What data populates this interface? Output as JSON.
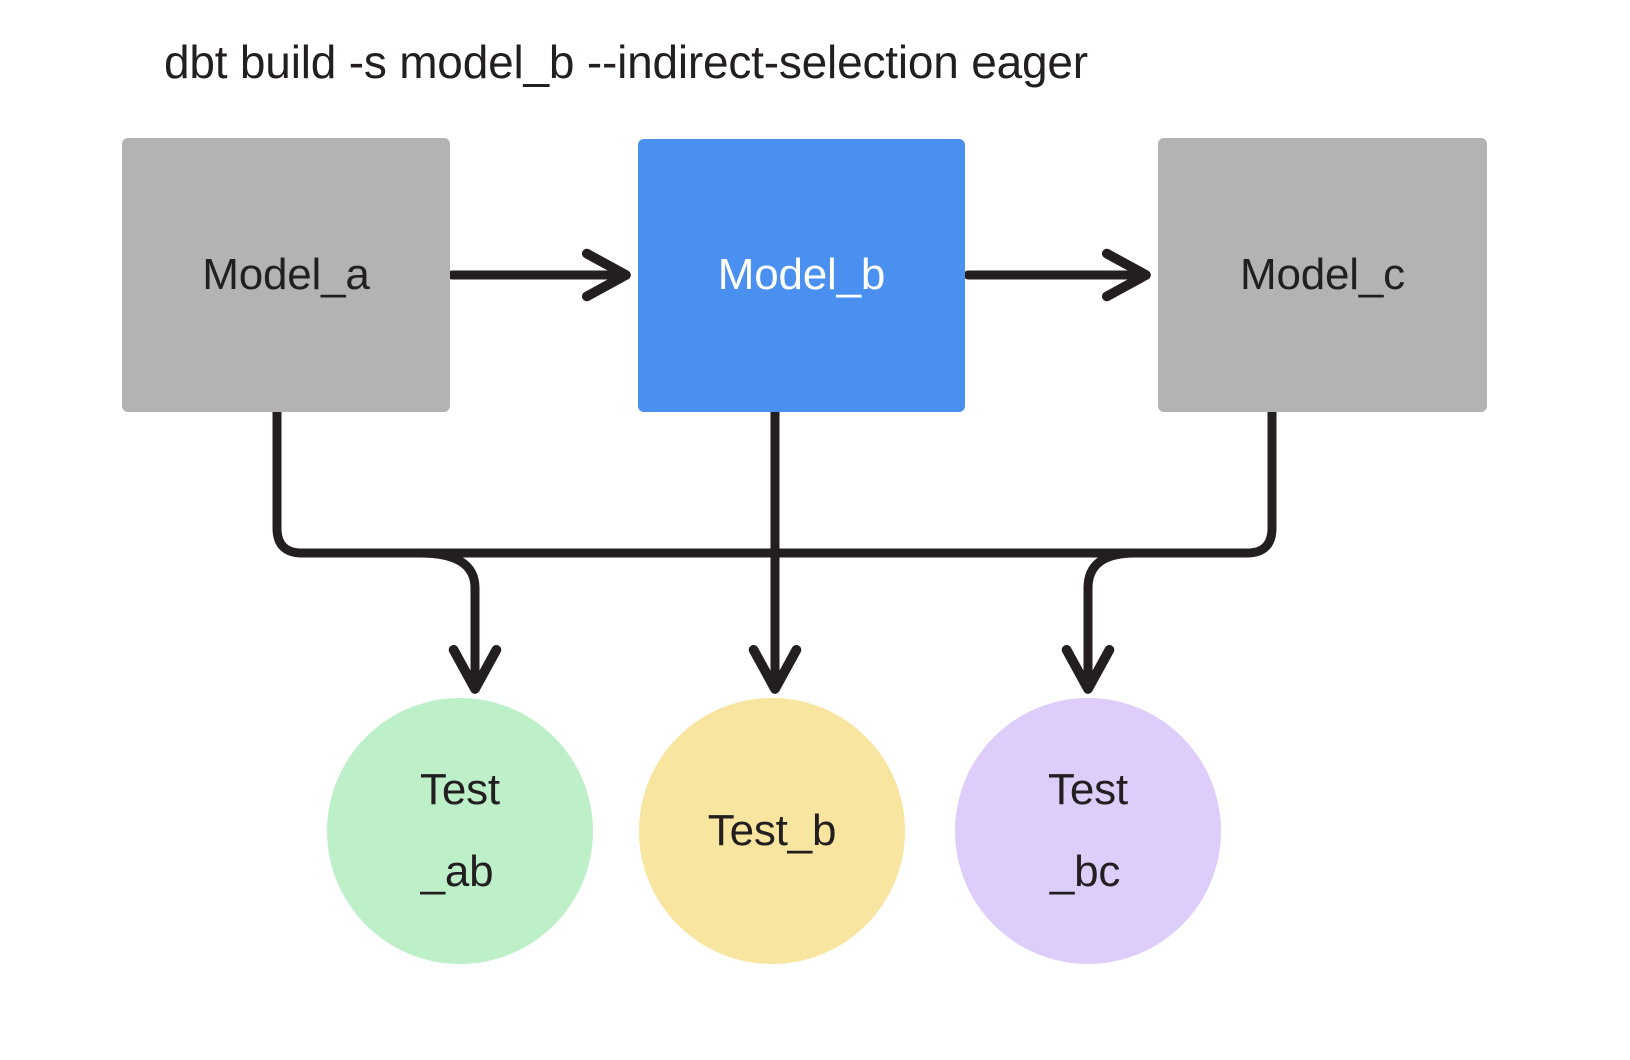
{
  "title": "dbt build -s model_b --indirect-selection eager",
  "colors": {
    "background": "#ffffff",
    "model_default_fill": "#b3b3b3",
    "model_selected_fill": "#4a90f0",
    "model_default_text": "#231f20",
    "model_selected_text": "#ffffff",
    "test_ab_fill": "#bdf0c9",
    "test_b_fill": "#f8e5a0",
    "test_bc_fill": "#ddcdfa",
    "test_text": "#231f20",
    "edge_stroke": "#231f20"
  },
  "models": [
    {
      "id": "model_a",
      "label": "Model_a",
      "selected": false
    },
    {
      "id": "model_b",
      "label": "Model_b",
      "selected": true
    },
    {
      "id": "model_c",
      "label": "Model_c",
      "selected": false
    }
  ],
  "tests": [
    {
      "id": "test_ab",
      "label_line_1": "Test",
      "label_line_2": "_ab",
      "label": "Test_ab"
    },
    {
      "id": "test_b",
      "label_line_1": "Test_b",
      "label_line_2": "",
      "label": "Test_b"
    },
    {
      "id": "test_bc",
      "label_line_1": "Test",
      "label_line_2": "_bc",
      "label": "Test_bc"
    }
  ],
  "edges": [
    {
      "from": "model_a",
      "to": "model_b",
      "kind": "model-to-model"
    },
    {
      "from": "model_b",
      "to": "model_c",
      "kind": "model-to-model"
    },
    {
      "from": "model_a",
      "to": "test_ab",
      "kind": "model-to-test"
    },
    {
      "from": "model_b",
      "to": "test_ab",
      "kind": "model-to-test"
    },
    {
      "from": "model_b",
      "to": "test_b",
      "kind": "model-to-test"
    },
    {
      "from": "model_b",
      "to": "test_bc",
      "kind": "model-to-test"
    },
    {
      "from": "model_c",
      "to": "test_bc",
      "kind": "model-to-test"
    }
  ]
}
